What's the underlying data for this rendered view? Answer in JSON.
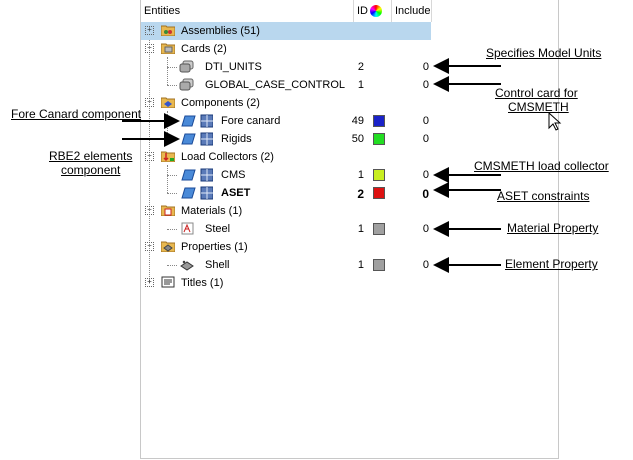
{
  "header": {
    "entities": "Entities",
    "id": "ID",
    "include": "Include"
  },
  "tree": {
    "assemblies": "Assemblies (51)",
    "cards": "Cards (2)",
    "dti_units": {
      "label": "DTI_UNITS",
      "id": "2",
      "include": "0"
    },
    "global_case_control": {
      "label": "GLOBAL_CASE_CONTROL",
      "id": "1",
      "include": "0"
    },
    "components": "Components (2)",
    "fore_canard": {
      "label": "Fore canard",
      "id": "49",
      "include": "0",
      "color": "#1a22c8"
    },
    "rigids": {
      "label": "Rigids",
      "id": "50",
      "include": "0",
      "color": "#22dd22"
    },
    "load_collectors": "Load Collectors (2)",
    "cms": {
      "label": "CMS",
      "id": "1",
      "include": "0",
      "color": "#c8ee20"
    },
    "aset": {
      "label": "ASET",
      "id": "2",
      "include": "0",
      "color": "#dd1111"
    },
    "materials": "Materials (1)",
    "steel": {
      "label": "Steel",
      "id": "1",
      "include": "0",
      "color": "#a0a0a0"
    },
    "properties": "Properties (1)",
    "shell": {
      "label": "Shell",
      "id": "1",
      "include": "0",
      "color": "#a0a0a0"
    },
    "titles": "Titles (1)"
  },
  "annotations": {
    "model_units": "Specifies Model Units",
    "control_card_line1": "Control card for",
    "control_card_line2": "CMSMETH",
    "fore_canard": "Fore Canard component",
    "rbe2_line1": "RBE2 elements",
    "rbe2_line2": "component",
    "cmsmeth_lc": "CMSMETH load collector",
    "aset": "ASET constraints",
    "material_prop": "Material Property",
    "element_prop": "Element Property"
  }
}
